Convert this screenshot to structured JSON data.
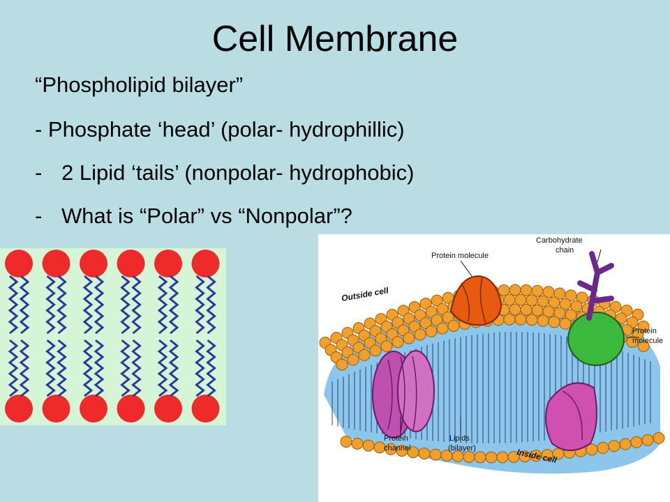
{
  "slide": {
    "title": "Cell Membrane",
    "bullets": [
      {
        "prefix": "",
        "text": "“Phospholipid bilayer”"
      },
      {
        "prefix": "",
        "text": "- Phosphate ‘head’ (polar- hydrophillic)"
      },
      {
        "prefix": "-",
        "text": "2 Lipid ‘tails’ (nonpolar- hydrophobic)"
      },
      {
        "prefix": "-",
        "text": "What is “Polar” vs “Nonpolar”?"
      }
    ]
  },
  "diagram_labels": {
    "protein_top": "Protein molecule",
    "carbohydrate_1": "Carbohydrate",
    "carbohydrate_2": "chain",
    "outside": "Outside cell",
    "protein_right_1": "Protein",
    "protein_right_2": "molecule",
    "channel_1": "Protein",
    "channel_2": "channel",
    "lipids_1": "Lipids",
    "lipids_2": "(bilayer)",
    "inside": "Inside cell"
  },
  "colors": {
    "background": "#b9dde3",
    "head": "#ee2a2a",
    "tail": "#2a3a9a",
    "panel": "#d6f5d6",
    "membrane_head": "#f0a030",
    "channel": "#c050b0",
    "protein_top": "#e85a10",
    "protein_right": "#3cb83c",
    "carbohydrate": "#6a2a8a"
  }
}
